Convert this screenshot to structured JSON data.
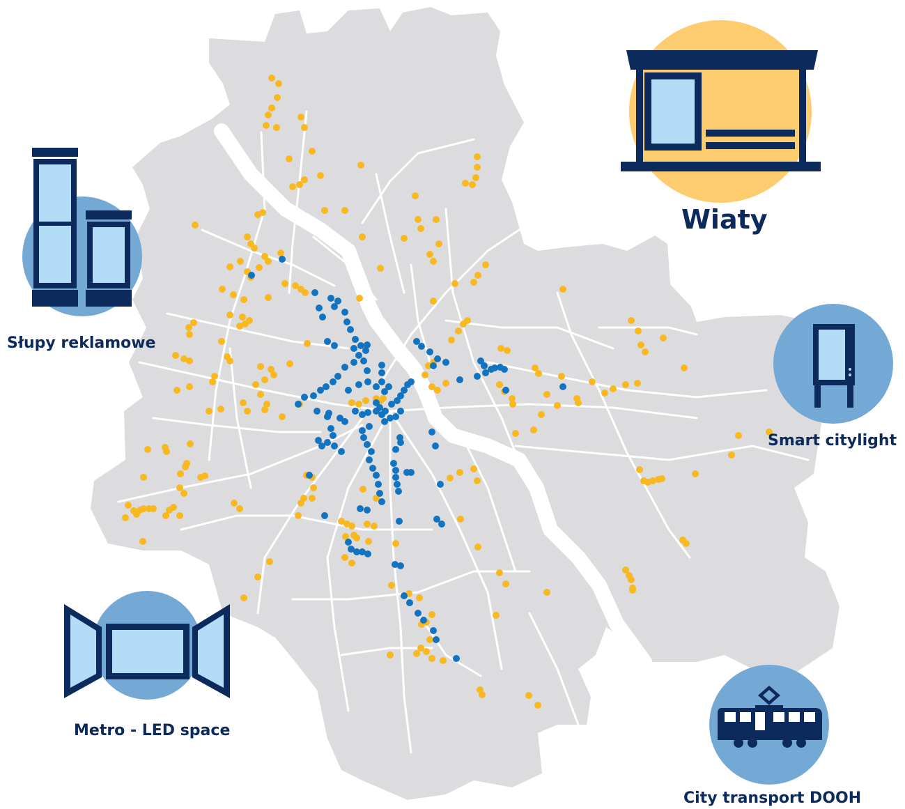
{
  "colors": {
    "navy": "#0c2a5b",
    "light_blue": "#b3dcf6",
    "mid_blue": "#74a9d6",
    "yellow": "#fccc6e",
    "yellow_dot": "#f8b820",
    "blue_dot": "#1273c0",
    "map_fill": "#dcdcde",
    "road": "#ffffff"
  },
  "categories": [
    {
      "key": "wiaty",
      "label": "Wiaty",
      "icon": "bus-shelter-icon"
    },
    {
      "key": "slupy",
      "label": "Słupy reklamowe",
      "icon": "advertising-column-icon"
    },
    {
      "key": "smart",
      "label": "Smart citylight",
      "icon": "smart-citylight-icon"
    },
    {
      "key": "metro",
      "label": "Metro - LED space",
      "icon": "metro-led-screen-icon"
    },
    {
      "key": "transport",
      "label": "City transport DOOH",
      "icon": "tram-icon"
    }
  ]
}
